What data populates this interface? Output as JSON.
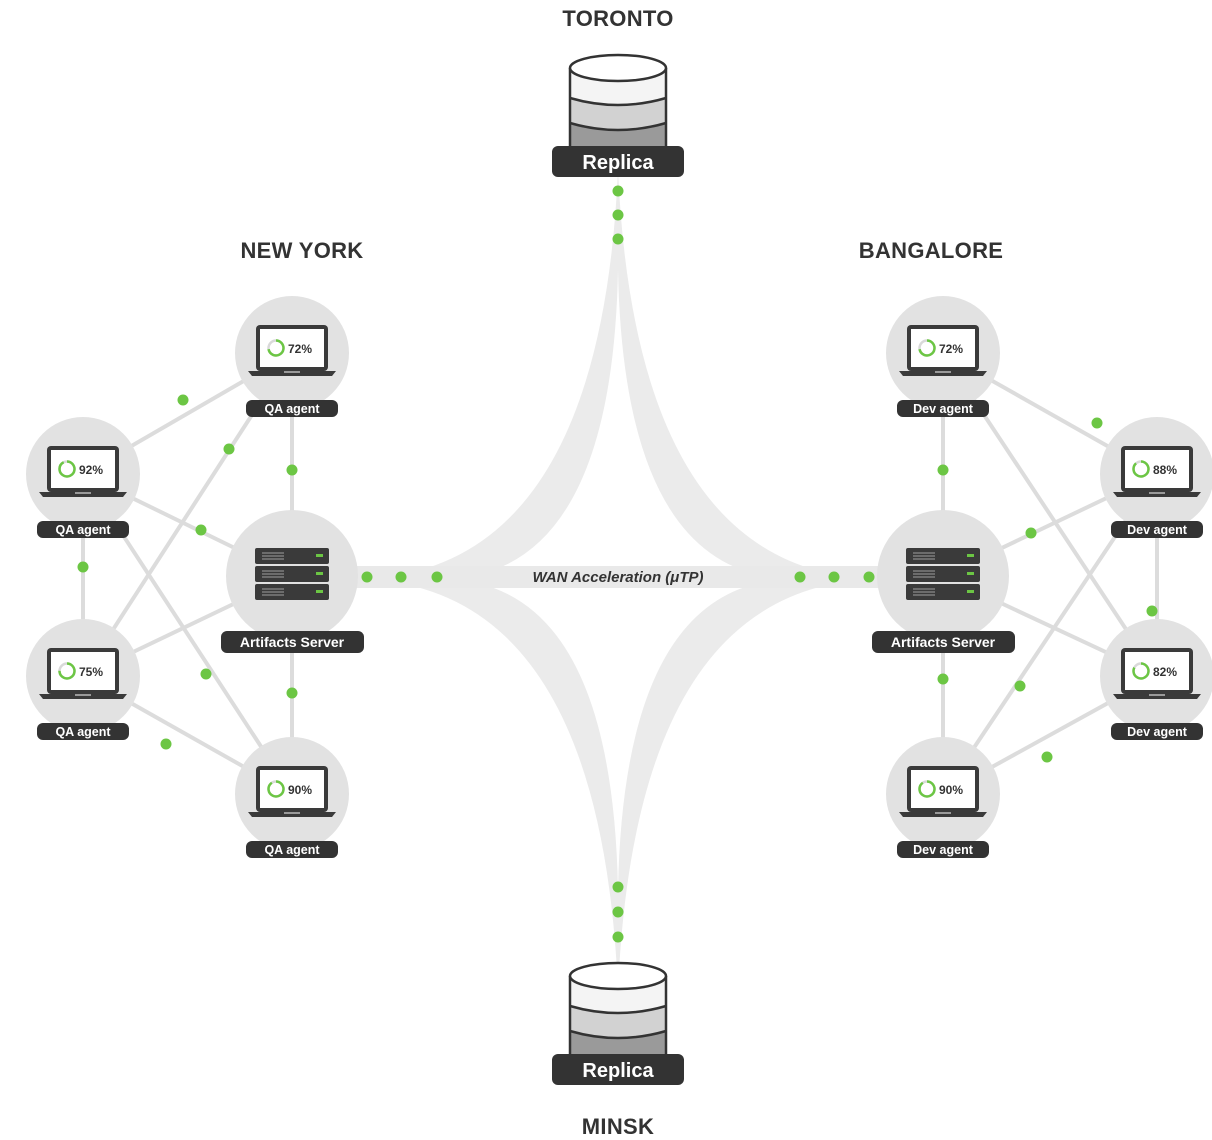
{
  "regions": {
    "toronto": "TORONTO",
    "new_york": "NEW YORK",
    "bangalore": "BANGALORE",
    "minsk": "MINSK"
  },
  "replica_label": "Replica",
  "wan_label": "WAN Acceleration (μTP)",
  "new_york": {
    "server_label": "Artifacts Server",
    "agents": [
      {
        "label": "QA agent",
        "progress": "72%",
        "fraction": 0.72
      },
      {
        "label": "QA agent",
        "progress": "92%",
        "fraction": 0.92
      },
      {
        "label": "QA agent",
        "progress": "75%",
        "fraction": 0.75
      },
      {
        "label": "QA agent",
        "progress": "90%",
        "fraction": 0.9
      }
    ]
  },
  "bangalore": {
    "server_label": "Artifacts Server",
    "agents": [
      {
        "label": "Dev agent",
        "progress": "72%",
        "fraction": 0.72
      },
      {
        "label": "Dev agent",
        "progress": "88%",
        "fraction": 0.88
      },
      {
        "label": "Dev agent",
        "progress": "82%",
        "fraction": 0.82
      },
      {
        "label": "Dev agent",
        "progress": "90%",
        "fraction": 0.9
      }
    ]
  },
  "colors": {
    "accent_green": "#6cc644",
    "link_gray": "#dcdcdc",
    "node_gray": "#e2e2e2",
    "label_dark": "#333333",
    "wan_band": "#e9e9e9"
  }
}
